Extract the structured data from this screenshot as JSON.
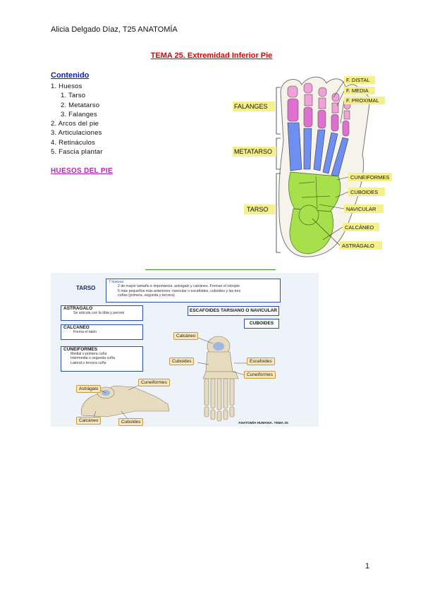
{
  "header": "Alicia Delgado Díaz, T25 ANATOMÍA",
  "title": "TEMA 25. Extremidad Inferior Pie",
  "contents_heading": "Contenido",
  "contents": [
    {
      "text": "1. Huesos",
      "sub": false
    },
    {
      "text": "1. Tarso",
      "sub": true
    },
    {
      "text": "2. Metatarso",
      "sub": true
    },
    {
      "text": "3. Falanges",
      "sub": true
    },
    {
      "text": "2. Arcos del pie",
      "sub": false
    },
    {
      "text": "3. Articulaciones",
      "sub": false
    },
    {
      "text": "4. Retináculos",
      "sub": false
    },
    {
      "text": "5. Fascia plantar",
      "sub": false
    }
  ],
  "section_heading": "HUESOS DEL PIE",
  "page_number": "1",
  "figure1": {
    "regions": [
      "FALANGES",
      "METATARSO",
      "TARSO"
    ],
    "phalanx_labels": [
      "F. DISTAL",
      "F. MEDIA",
      "F. PROXIMAL"
    ],
    "tarsal_labels": [
      "CUNEIFORMES",
      "CUBOIDES",
      "NAVICULAR",
      "CALCÁNEO",
      "ASTRÁGALO"
    ],
    "colors": {
      "distal": "#f2a0d8",
      "media": "#f2a0d8",
      "proximal": "#e070d0",
      "metatarsal": "#6f8ff0",
      "tarsal": "#a6e04a",
      "label_bg": "#f6f08a"
    }
  },
  "figure2": {
    "title": "TARSO",
    "intro": {
      "head": "7 huesos",
      "lines": [
        "2 de mayor tamaño e importancia: astrágalo y calcáneo. Forman el retropie",
        "5 más pequeños más anteriores: navicular o escafoides, cuboides y las tres",
        "cuñas (primera, segunda y tercera)"
      ]
    },
    "astragalo": {
      "head": "ASTRAGALO",
      "body": "Se articula con la tibia y peroné"
    },
    "calcaneo": {
      "head": "CALCANEO",
      "body": "Forma el talón"
    },
    "cuneiformes": {
      "head": "CUNEIFORMES",
      "lines": [
        "Medial o primera cuña",
        "Intermedia o segunda cuña",
        "Lateral o tercera cuña"
      ]
    },
    "escafoides": "ESCAFOIDES TARSIANO O NAVICULAR",
    "cuboides": "CUBOIDES",
    "tags": {
      "calcaneo_top": "Calcáneo",
      "cuboides_mid": "Cuboides",
      "escafoides": "Escafoides",
      "cuneiformes_mid": "Cuneiformes",
      "astragalo": "Astrágalo",
      "cuneiformes_low": "Cuneiformes",
      "calcaneo_low": "Calcáneo",
      "cuboides_low": "Cuboides"
    },
    "footer": "ANATOMÍA HUMANA. TEMA 25"
  }
}
